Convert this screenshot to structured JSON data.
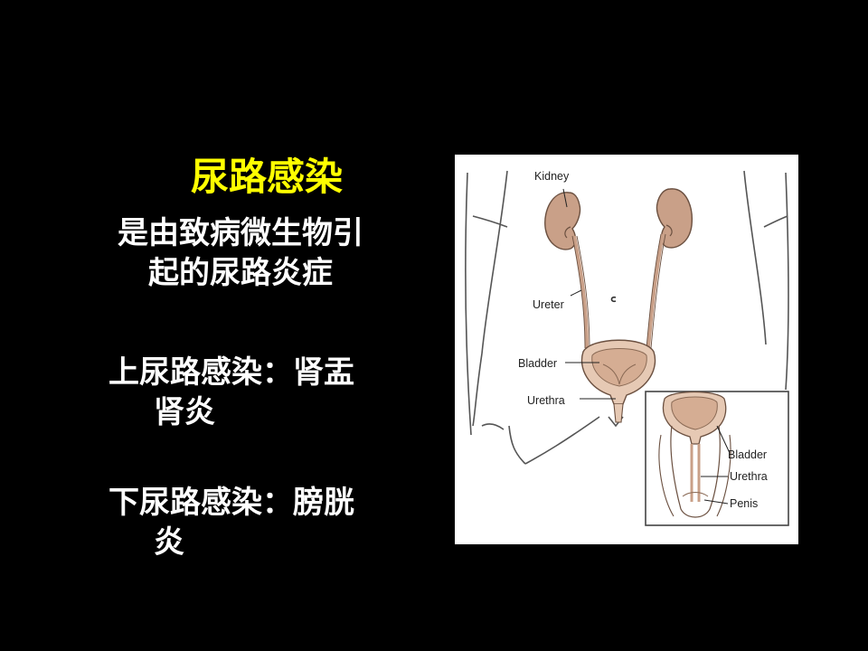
{
  "slide": {
    "title": "尿路感染",
    "definition": {
      "line1": "是由致病微生物引",
      "line2": "起的尿路炎症"
    },
    "upper": {
      "line1": "上尿路感染：肾盂",
      "line2": "肾炎"
    },
    "lower": {
      "line1": "下尿路感染：膀胱",
      "line2": "炎"
    }
  },
  "figure": {
    "labels": {
      "kidney": "Kidney",
      "ureter": "Ureter",
      "bladder": "Bladder",
      "urethra": "Urethra",
      "inset_bladder": "Bladder",
      "inset_urethra": "Urethra",
      "penis": "Penis"
    }
  },
  "colors": {
    "background": "#000000",
    "title": "#ffff00",
    "text": "#ffffff",
    "organ": "#c9a088"
  }
}
